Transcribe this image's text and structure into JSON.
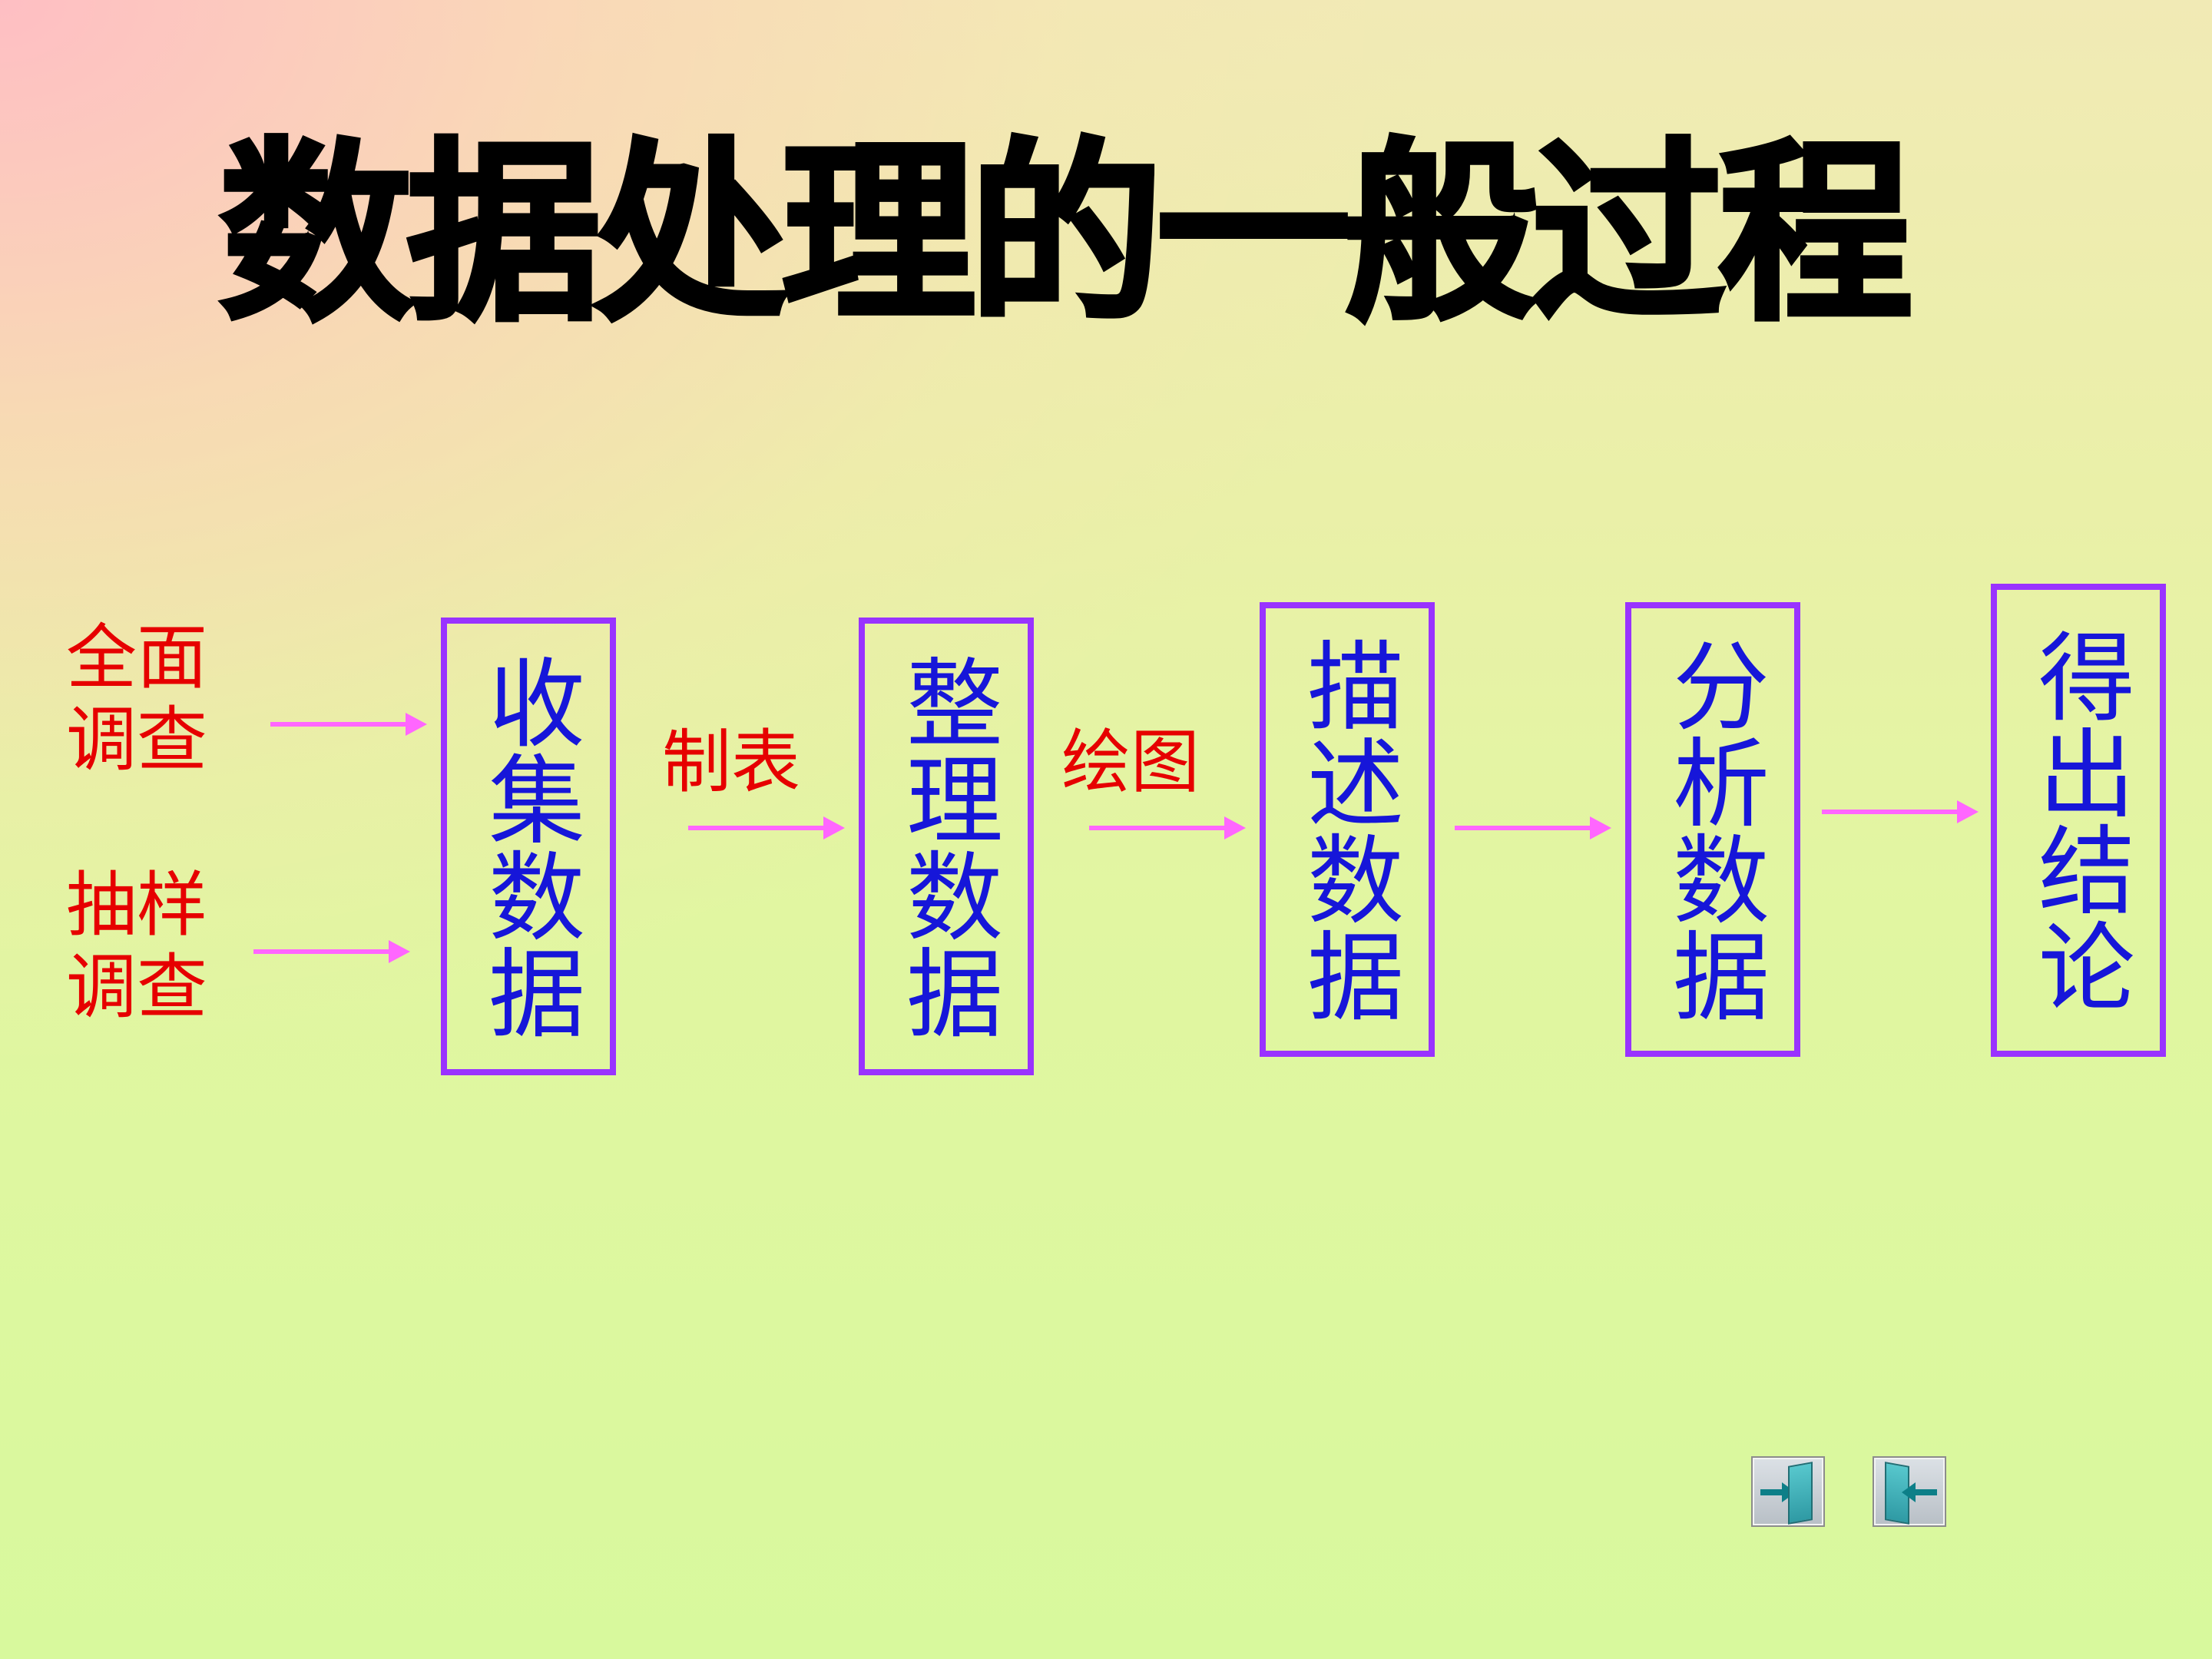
{
  "slide": {
    "title": "数据处理的一般过程"
  },
  "labels": {
    "full_survey": "全面\n调查",
    "sample_survey": "抽样\n调查",
    "tabulate": "制表",
    "draw_chart": "绘图"
  },
  "steps": [
    {
      "label": "收集数据"
    },
    {
      "label": "整理数据"
    },
    {
      "label": "描述数据"
    },
    {
      "label": "分析数据"
    },
    {
      "label": "得出结论"
    }
  ],
  "colors": {
    "title": "#000000",
    "side_labels": "#e60000",
    "step_text": "#1616d9",
    "box_border": "#9933ff",
    "arrows": "#ff66ff"
  },
  "icons": {
    "next": "door-enter-icon",
    "previous": "door-exit-icon"
  }
}
